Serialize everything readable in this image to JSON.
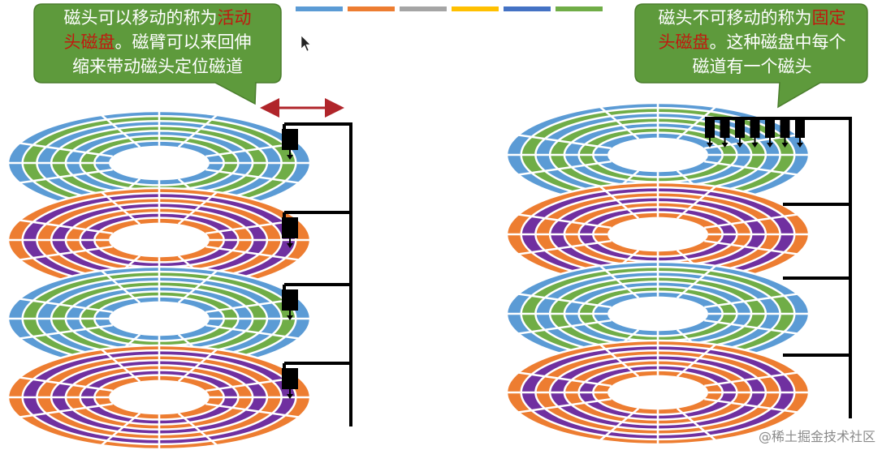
{
  "legend_colors": [
    "#5b9bd5",
    "#ed7d31",
    "#a5a5a5",
    "#ffc000",
    "#4472c4",
    "#70ad47"
  ],
  "palette": {
    "blue": "#5b9bd5",
    "green": "#70ad47",
    "orange": "#ed7d31",
    "purple": "#7030a0",
    "callout": "#5e9a3c",
    "callout_border": "#4a7d2c",
    "highlight": "#c0190f",
    "arrow": "#b0252a",
    "arm": "#000000"
  },
  "left_callout": {
    "lines": [
      {
        "pre": "磁头可以移动的称为",
        "hl": "活动"
      },
      {
        "pre": "",
        "hl": "头磁盘",
        "post": "。磁臂可以来回伸"
      },
      {
        "pre": "缩来带动磁头定位磁道"
      }
    ]
  },
  "right_callout": {
    "lines": [
      {
        "pre": "磁头不可移动的称为",
        "hl": "固定"
      },
      {
        "pre": "",
        "hl": "头磁盘",
        "post": "。这种磁盘中每个"
      },
      {
        "pre": "磁道有一个磁头"
      }
    ]
  },
  "left_stack": {
    "platters": [
      "blue-green",
      "orange-purple",
      "blue-green",
      "orange-purple"
    ],
    "heads_per_platter": 1,
    "arm_direction_arrow": true
  },
  "right_stack": {
    "platters": [
      "blue-green",
      "orange-purple",
      "blue-green",
      "orange-purple"
    ],
    "heads_on_top_platter": 7
  },
  "watermark": "@稀土掘金技术社区"
}
